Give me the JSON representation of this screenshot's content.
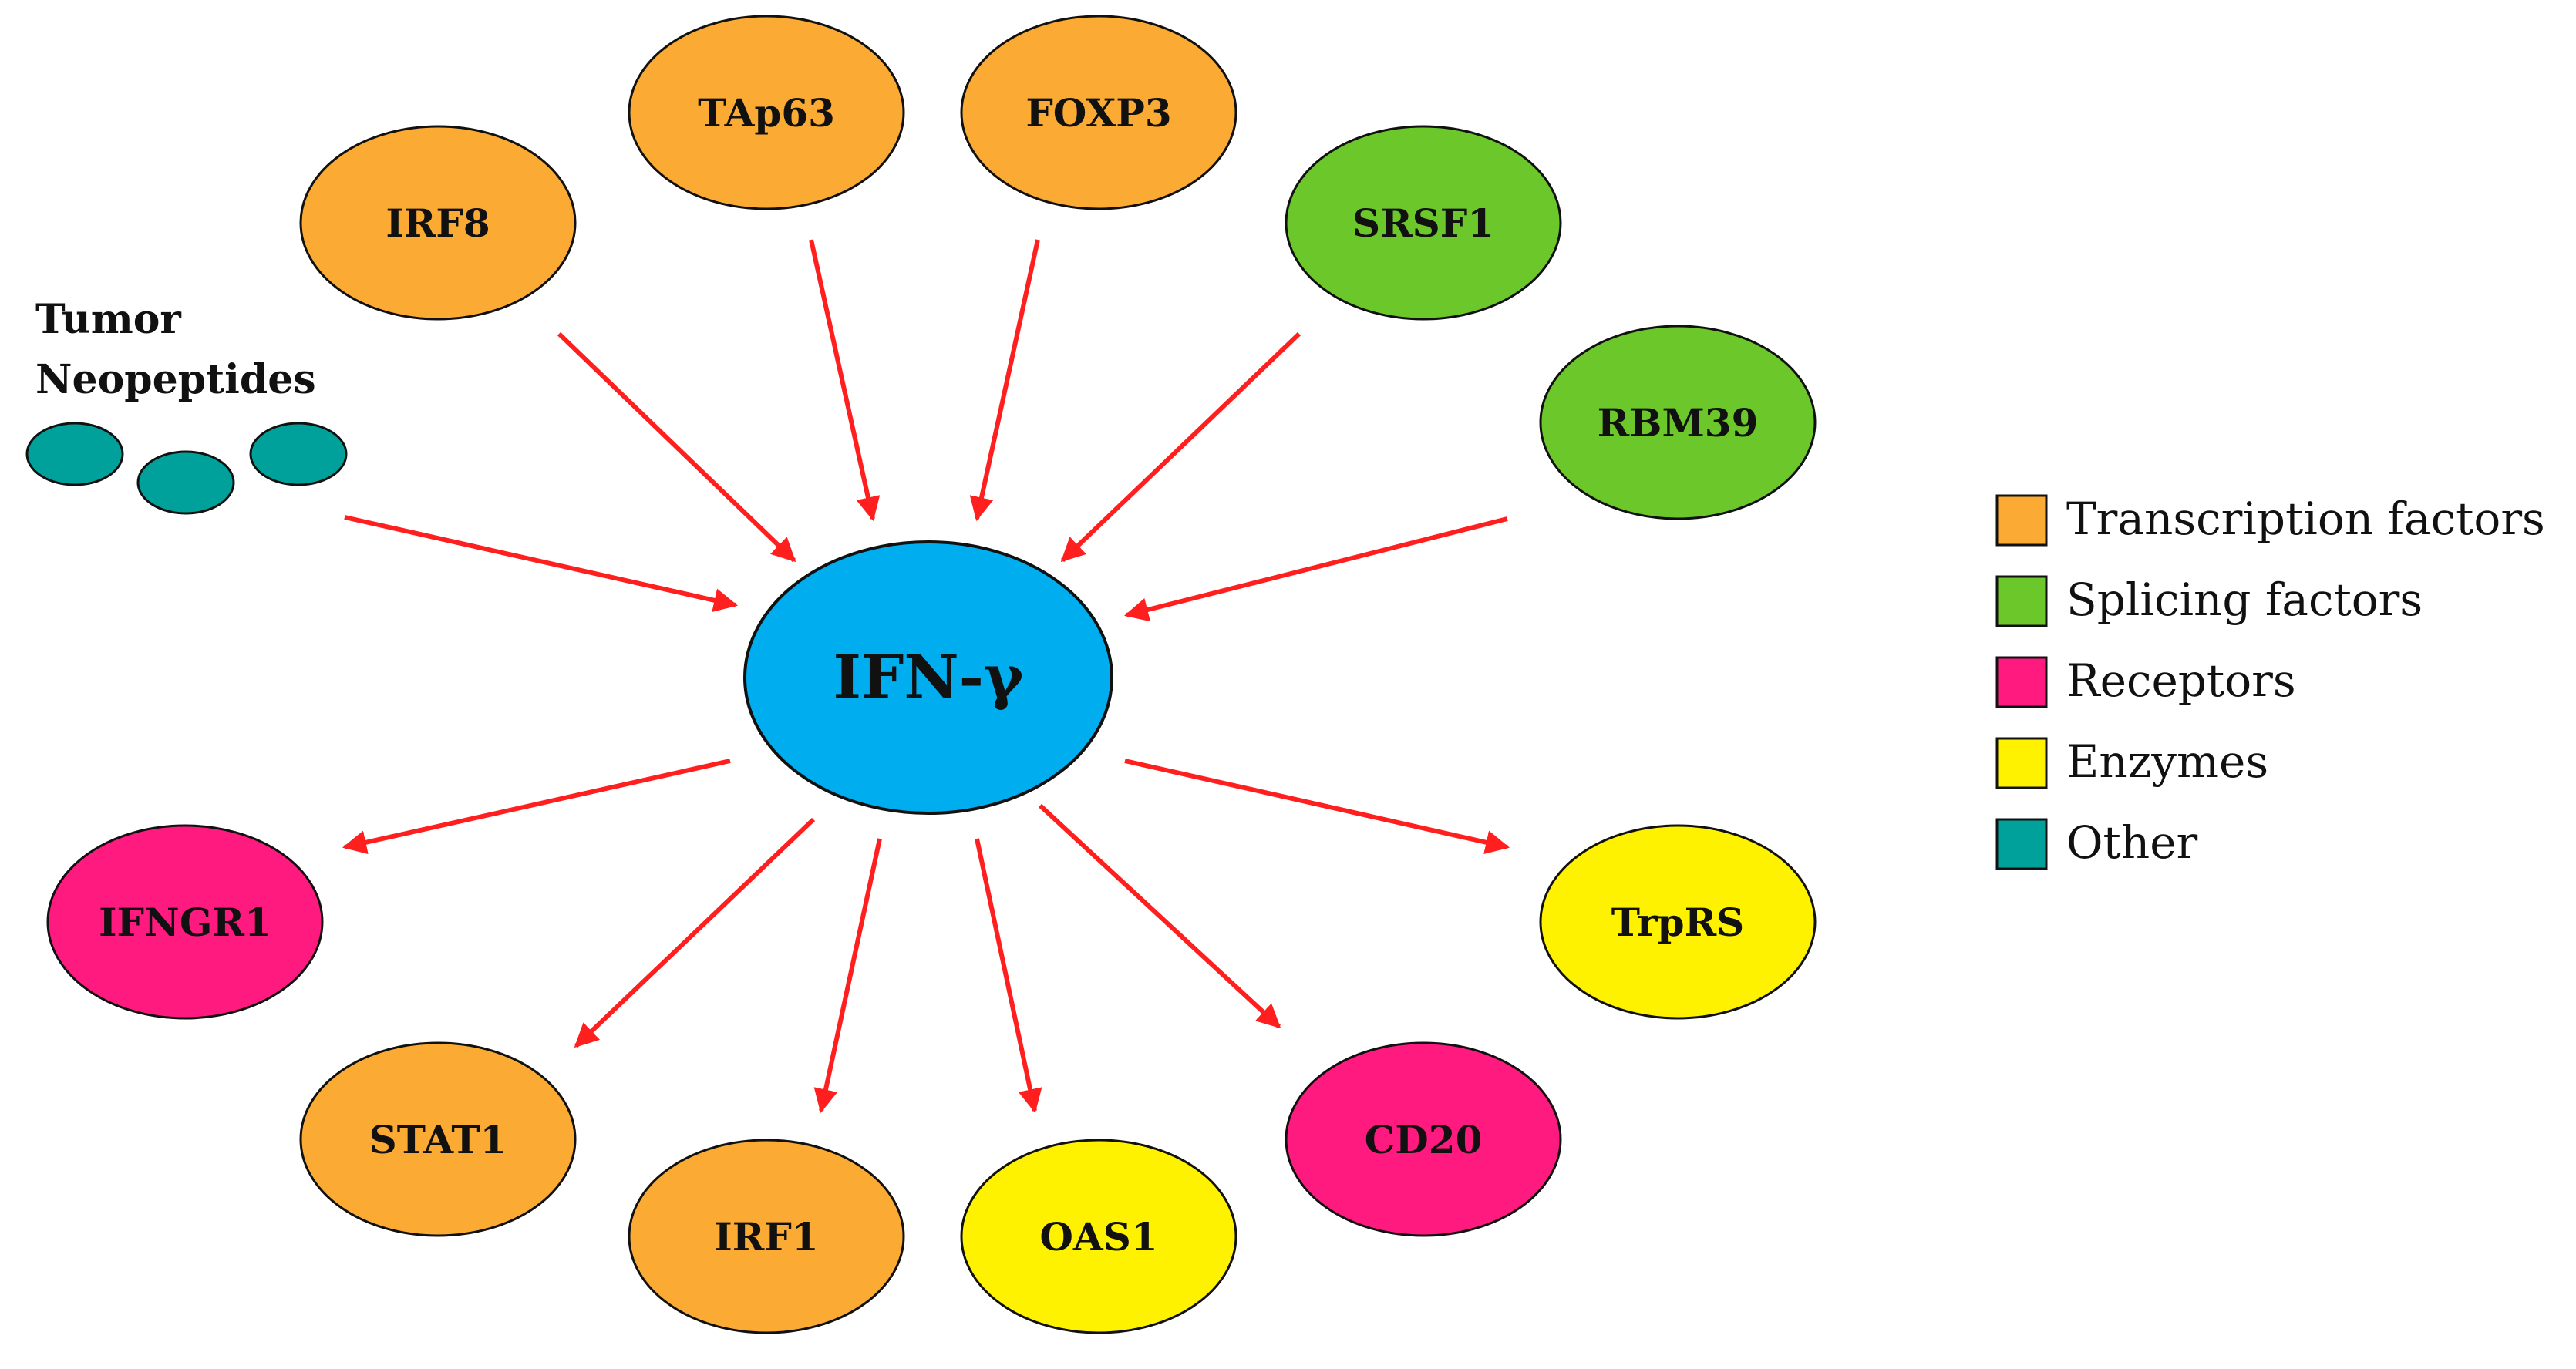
{
  "center": {
    "label": "IFN-γ",
    "color": "#00AEEF"
  },
  "upstream_text": {
    "line1": "Tumor",
    "line2": "Neopeptides"
  },
  "nodes": [
    {
      "id": "irf8",
      "label": "IRF8",
      "category": "transcription",
      "direction": "in"
    },
    {
      "id": "tap63",
      "label": "TAp63",
      "category": "transcription",
      "direction": "in"
    },
    {
      "id": "foxp3",
      "label": "FOXP3",
      "category": "transcription",
      "direction": "in"
    },
    {
      "id": "srsf1",
      "label": "SRSF1",
      "category": "splicing",
      "direction": "in"
    },
    {
      "id": "rbm39",
      "label": "RBM39",
      "category": "splicing",
      "direction": "in"
    },
    {
      "id": "ifngr1",
      "label": "IFNGR1",
      "category": "receptor",
      "direction": "out"
    },
    {
      "id": "stat1",
      "label": "STAT1",
      "category": "transcription",
      "direction": "out"
    },
    {
      "id": "irf1",
      "label": "IRF1",
      "category": "transcription",
      "direction": "out"
    },
    {
      "id": "oas1",
      "label": "OAS1",
      "category": "enzyme",
      "direction": "out"
    },
    {
      "id": "cd20",
      "label": "CD20",
      "category": "receptor",
      "direction": "out"
    },
    {
      "id": "trprs",
      "label": "TrpRS",
      "category": "enzyme",
      "direction": "out"
    }
  ],
  "categories": {
    "transcription": {
      "color": "#FBAA33"
    },
    "splicing": {
      "color": "#6CC72B"
    },
    "receptor": {
      "color": "#FF1A7F"
    },
    "enzyme": {
      "color": "#FFF200"
    },
    "other": {
      "color": "#00A19A"
    }
  },
  "arrow_color": "#FF1F1F",
  "legend": [
    {
      "label": "Transcription factors",
      "color": "#FBAA33"
    },
    {
      "label": "Splicing factors",
      "color": "#6CC72B"
    },
    {
      "label": "Receptors",
      "color": "#FF1A7F"
    },
    {
      "label": "Enzymes",
      "color": "#FFF200"
    },
    {
      "label": "Other",
      "color": "#00A19A"
    }
  ]
}
